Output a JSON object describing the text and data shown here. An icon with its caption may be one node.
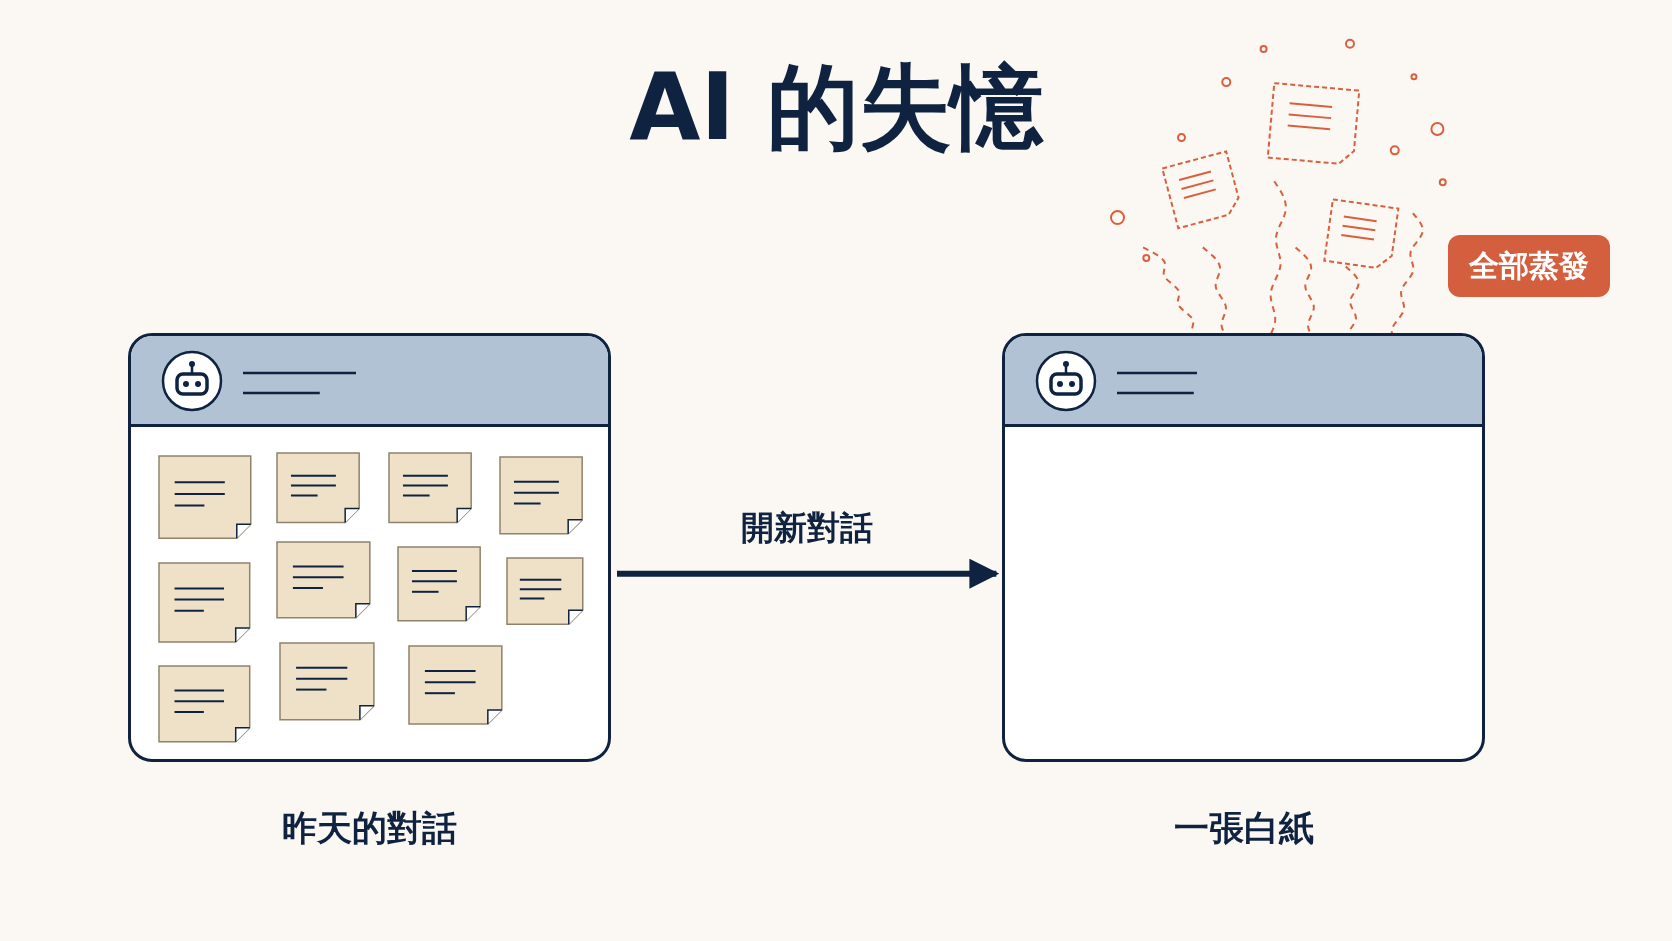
{
  "diagram": {
    "title": "AI 的失憶",
    "nodes": [
      {
        "text": [],
        "shape": "box",
        "beside": [
          "昨天的對話"
        ]
      },
      {
        "text": [],
        "shape": "box",
        "beside": [
          "一張白紙"
        ]
      }
    ],
    "edges": [
      {
        "from": 0,
        "to": 1,
        "arrow": "to",
        "label": "開新對話"
      }
    ],
    "labels": [
      "全部蒸發"
    ]
  }
}
